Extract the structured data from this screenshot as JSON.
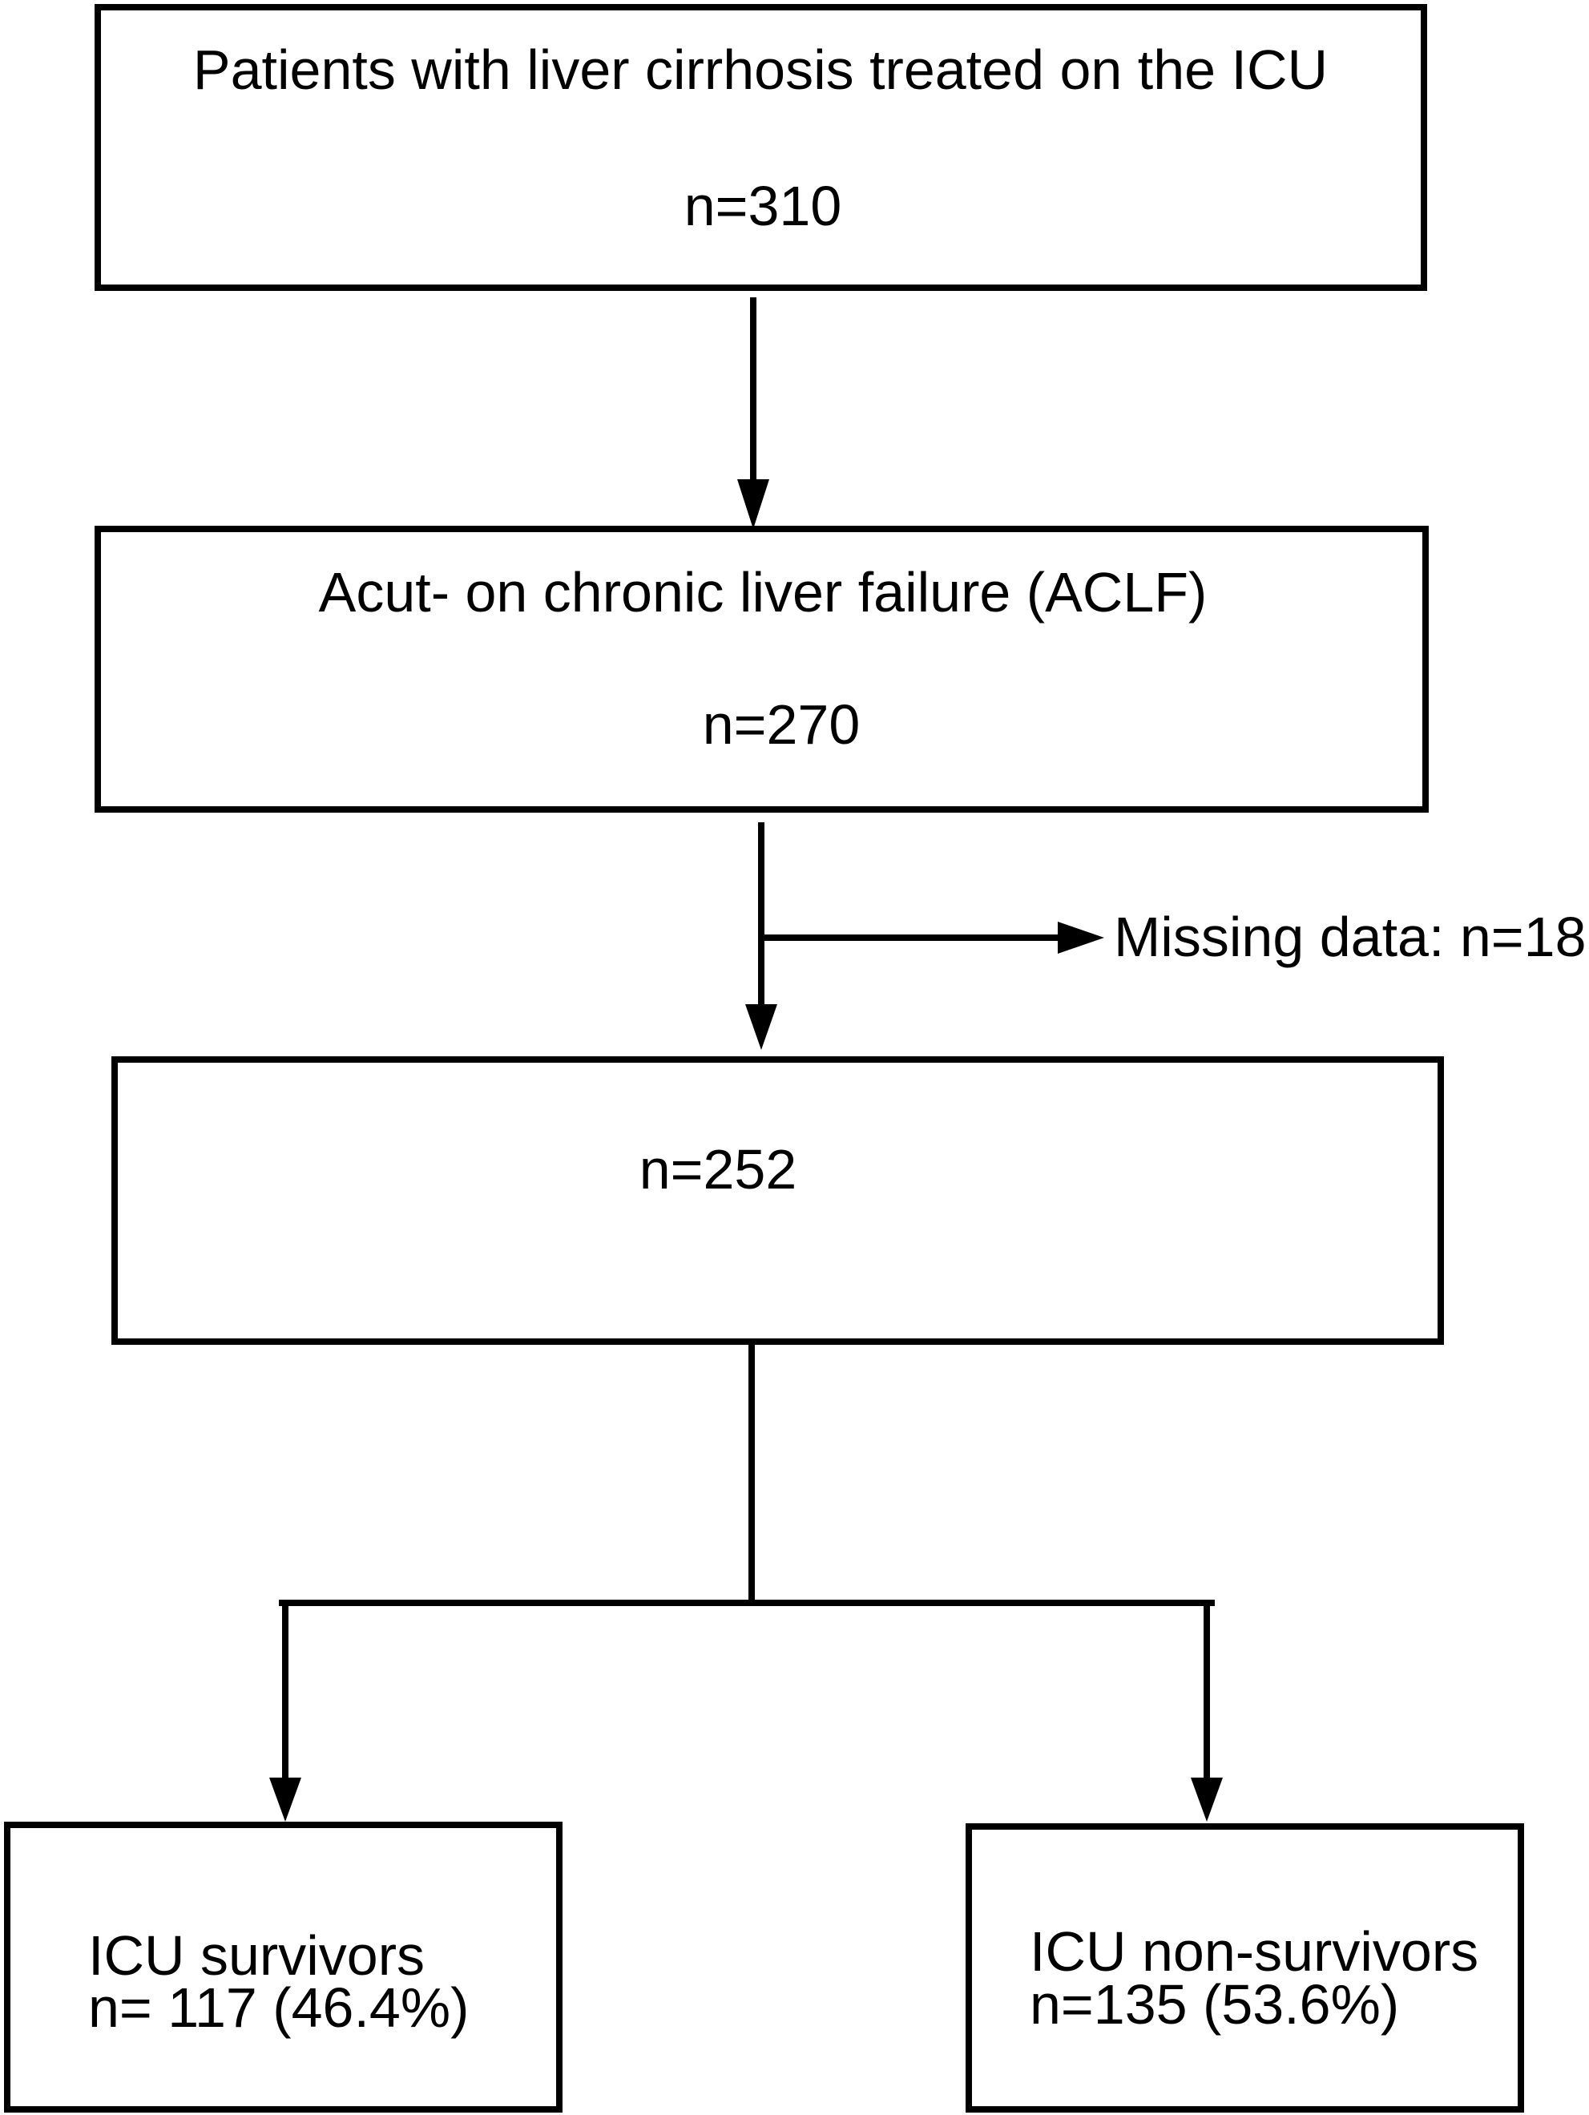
{
  "boxes": {
    "icu_patients": {
      "label": "Patients with liver cirrhosis treated on the ICU",
      "count": "n=310"
    },
    "aclf": {
      "label": "Acut- on chronic liver failure (ACLF)",
      "count": "n=270"
    },
    "analyzed": {
      "count": "n=252"
    },
    "survivors": {
      "label": "ICU survivors",
      "count": "n= 117 (46.4%)"
    },
    "non_survivors": {
      "label": "ICU non-survivors",
      "count": "n=135 (53.6%)"
    }
  },
  "exclusion": {
    "label": "Missing data: n=18"
  }
}
